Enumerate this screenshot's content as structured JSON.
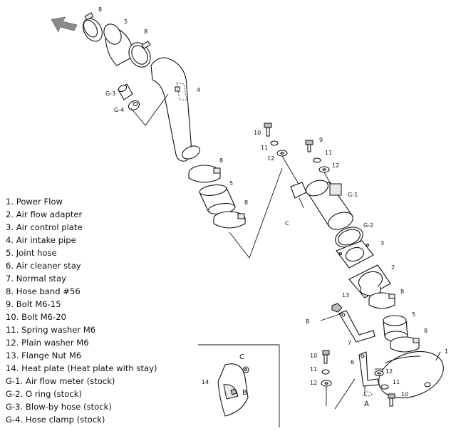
{
  "legend": [
    {
      "num": "1.",
      "text": "Power Flow"
    },
    {
      "num": "2.",
      "text": "Air flow adapter"
    },
    {
      "num": "3.",
      "text": "Air control plate"
    },
    {
      "num": "4.",
      "text": "Air intake pipe"
    },
    {
      "num": "5.",
      "text": "Joint hose"
    },
    {
      "num": "6.",
      "text": "Air cleaner stay"
    },
    {
      "num": "7.",
      "text": "Normal stay"
    },
    {
      "num": "8.",
      "text": "Hose band #56"
    },
    {
      "num": "9.",
      "text": "Bolt M6-15"
    },
    {
      "num": "10.",
      "text": "Bolt M6-20"
    },
    {
      "num": "11.",
      "text": "Spring washer M6"
    },
    {
      "num": "12.",
      "text": "Plain washer M6"
    },
    {
      "num": "13.",
      "text": "Flange Nut M6"
    },
    {
      "num": "14.",
      "text": "Heat plate (Heat plate with stay)"
    },
    {
      "num": "G-1.",
      "text": "Air flow meter (stock)"
    },
    {
      "num": "G-2.",
      "text": "O ring (stock)"
    },
    {
      "num": "G-3.",
      "text": "Blow-by hose (stock)"
    },
    {
      "num": "G-4.",
      "text": "Hose clamp (stock)"
    }
  ],
  "callouts": {
    "c8a": "8",
    "c5a": "5",
    "c8b": "8",
    "cG3": "G-3",
    "cG4": "G-4",
    "c4": "4",
    "c8c": "8",
    "c5b": "5",
    "c8d": "8",
    "c10a": "10",
    "c11a": "11",
    "c12a": "12",
    "c9": "9",
    "c11b": "11",
    "c12b": "12",
    "cG1": "G-1",
    "cC1": "C",
    "cG2": "G-2",
    "c3": "3",
    "c2": "2",
    "c13": "13",
    "c8e": "8",
    "cB1": "B",
    "c5c": "5",
    "c8f": "8",
    "c7": "7",
    "c1": "1",
    "c6": "6",
    "c10b": "10",
    "c11c": "11",
    "c12c": "12",
    "c12d": "12",
    "c11d": "11",
    "c10c": "10",
    "cA": "A",
    "cC2": "C",
    "c14": "14",
    "cB2": "B"
  }
}
